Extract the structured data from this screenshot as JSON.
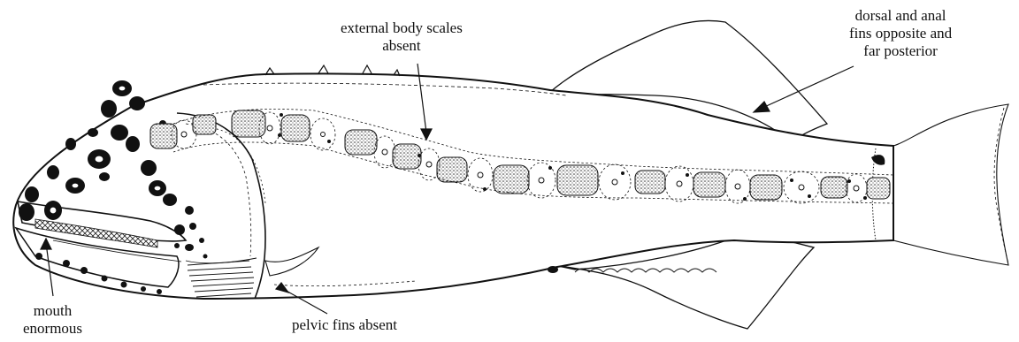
{
  "labels": {
    "scales": [
      "external body scales",
      "absent"
    ],
    "fins": [
      "dorsal and anal",
      "fins opposite and",
      "far posterior"
    ],
    "mouth": [
      "mouth",
      "enormous"
    ],
    "pelvic": [
      "pelvic fins absent"
    ]
  },
  "colors": {
    "ink": "#111111",
    "background": "#ffffff",
    "stipple": "#3a3a3a"
  }
}
